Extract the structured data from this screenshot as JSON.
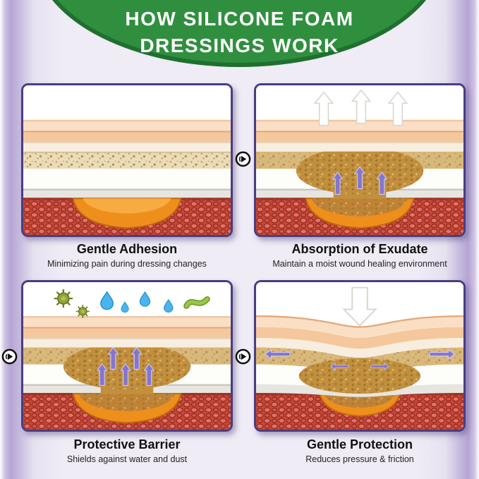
{
  "header": {
    "title_line1": "HOW SILICONE FOAM",
    "title_line2": "DRESSINGS WORK"
  },
  "panels": [
    {
      "title": "Gentle Adhesion",
      "subtitle": "Minimizing pain during dressing changes"
    },
    {
      "title": "Absorption of Exudate",
      "subtitle": "Maintain a moist wound healing environment"
    },
    {
      "title": "Protective Barrier",
      "subtitle": "Shields against water and dust"
    },
    {
      "title": "Gentle Protection",
      "subtitle": "Reduces pressure & friction"
    }
  ],
  "icons": {
    "flow": "next-step-arrow-icon",
    "evaporation": "white-up-arrows-icon",
    "absorption": "purple-up-arrows-icon",
    "contaminants": [
      "virus-icon",
      "water-droplet-icon",
      "bacteria-icon"
    ],
    "pressure": "white-down-arrow-icon",
    "spread": "purple-outward-arrows-icon"
  },
  "colors": {
    "header_green": "#2f8f3e",
    "header_green_dark": "#1f7030",
    "background_lavender": "#efecf6",
    "edge_purple": "#b4a4d4",
    "panel_border": "#4a3d80",
    "tissue_red": "#c64839",
    "wound_orange": "#ee8f1c",
    "foam_tan": "#c28f3d",
    "arrow_purple": "#8276cd",
    "header_text": "#ffffff",
    "title_text": "#101010"
  }
}
